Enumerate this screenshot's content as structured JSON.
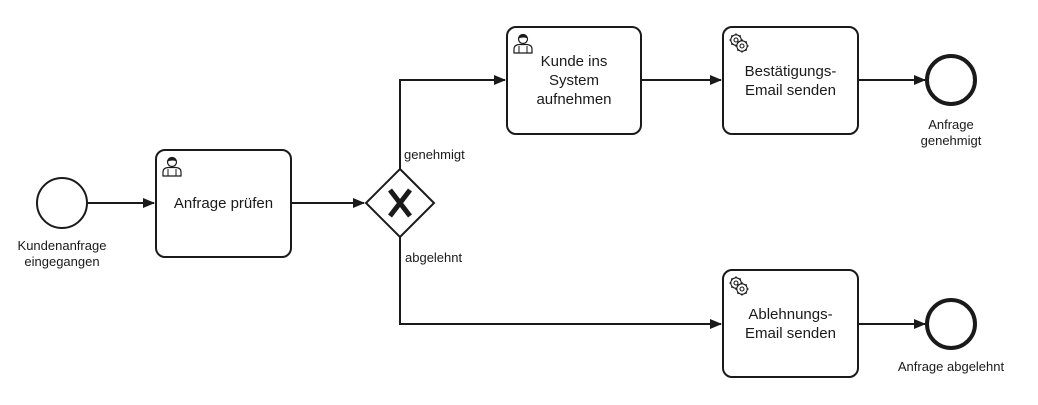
{
  "events": {
    "start_label": "Kundenanfrage\neingegangen",
    "end_approved_label": "Anfrage\ngenehmigt",
    "end_rejected_label": "Anfrage abgelehnt"
  },
  "tasks": {
    "review": "Anfrage prüfen",
    "add_customer": "Kunde ins\nSystem\naufnehmen",
    "confirm_email": "Bestätigungs-\nEmail senden",
    "reject_email": "Ablehnungs-\nEmail senden"
  },
  "gateway": {
    "approved_label": "genehmigt",
    "rejected_label": "abgelehnt"
  },
  "colors": {
    "stroke": "#1a1a1a",
    "fill": "#ffffff"
  }
}
